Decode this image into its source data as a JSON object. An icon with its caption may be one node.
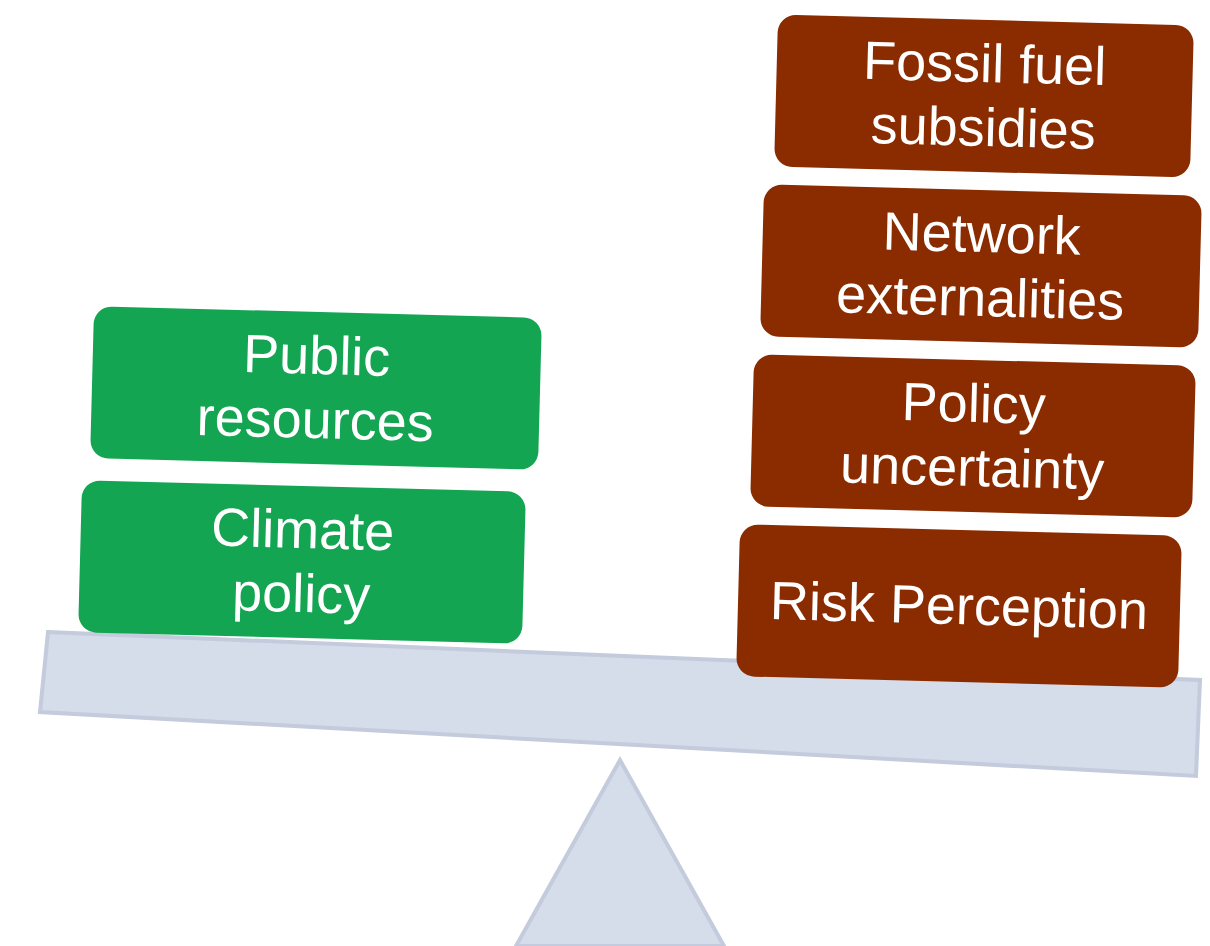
{
  "diagram": {
    "nodes": [
      {
        "text": [
          "Public resources"
        ]
      },
      {
        "text": [
          "Climate policy"
        ]
      },
      {
        "text": [
          "Fossil fuel subsidies"
        ]
      },
      {
        "text": [
          "Network externalities"
        ]
      },
      {
        "text": [
          "Policy uncertainty"
        ]
      },
      {
        "text": [
          "Risk Perception"
        ]
      }
    ],
    "edges": []
  }
}
